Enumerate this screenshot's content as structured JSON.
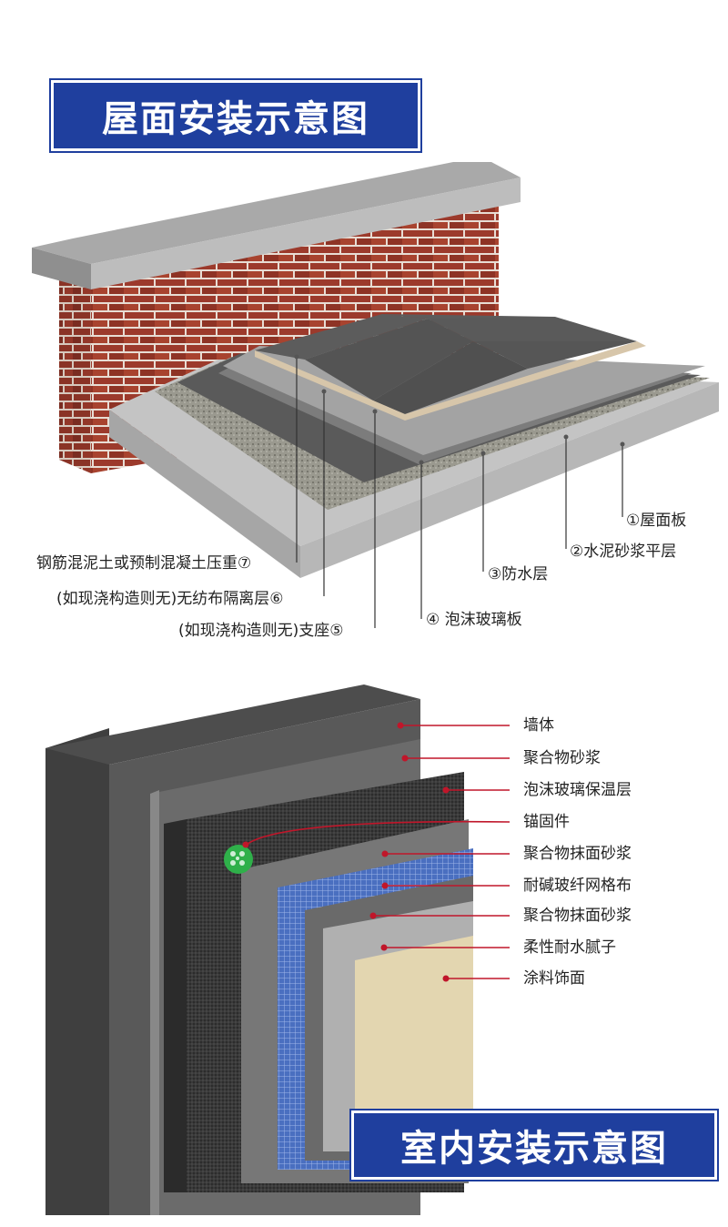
{
  "roof": {
    "title": "屋面安装示意图",
    "labels": {
      "l1": "①屋面板",
      "l2": "②水泥砂浆平层",
      "l3": "③防水层",
      "l4": "④ 泡沫玻璃板",
      "l5": "(如现浇构造则无)支座⑤",
      "l6": "(如现浇构造则无)无纺布隔离层⑥",
      "l7": "钢筋混泥土或预制混凝土压重⑦"
    }
  },
  "interior": {
    "title": "室内安装示意图",
    "layers": [
      {
        "label": "墙体"
      },
      {
        "label": "聚合物砂浆"
      },
      {
        "label": "泡沫玻璃保温层"
      },
      {
        "label": "锚固件"
      },
      {
        "label": "聚合物抹面砂浆"
      },
      {
        "label": "耐碱玻纤网格布"
      },
      {
        "label": "聚合物抹面砂浆"
      },
      {
        "label": "柔性耐水腻子"
      },
      {
        "label": "涂料饰面"
      }
    ]
  },
  "colors": {
    "banner": "#1f3f9e",
    "brick": "#9c3a2c",
    "concrete": "#b5b5b5",
    "leader": "#c0162a"
  }
}
